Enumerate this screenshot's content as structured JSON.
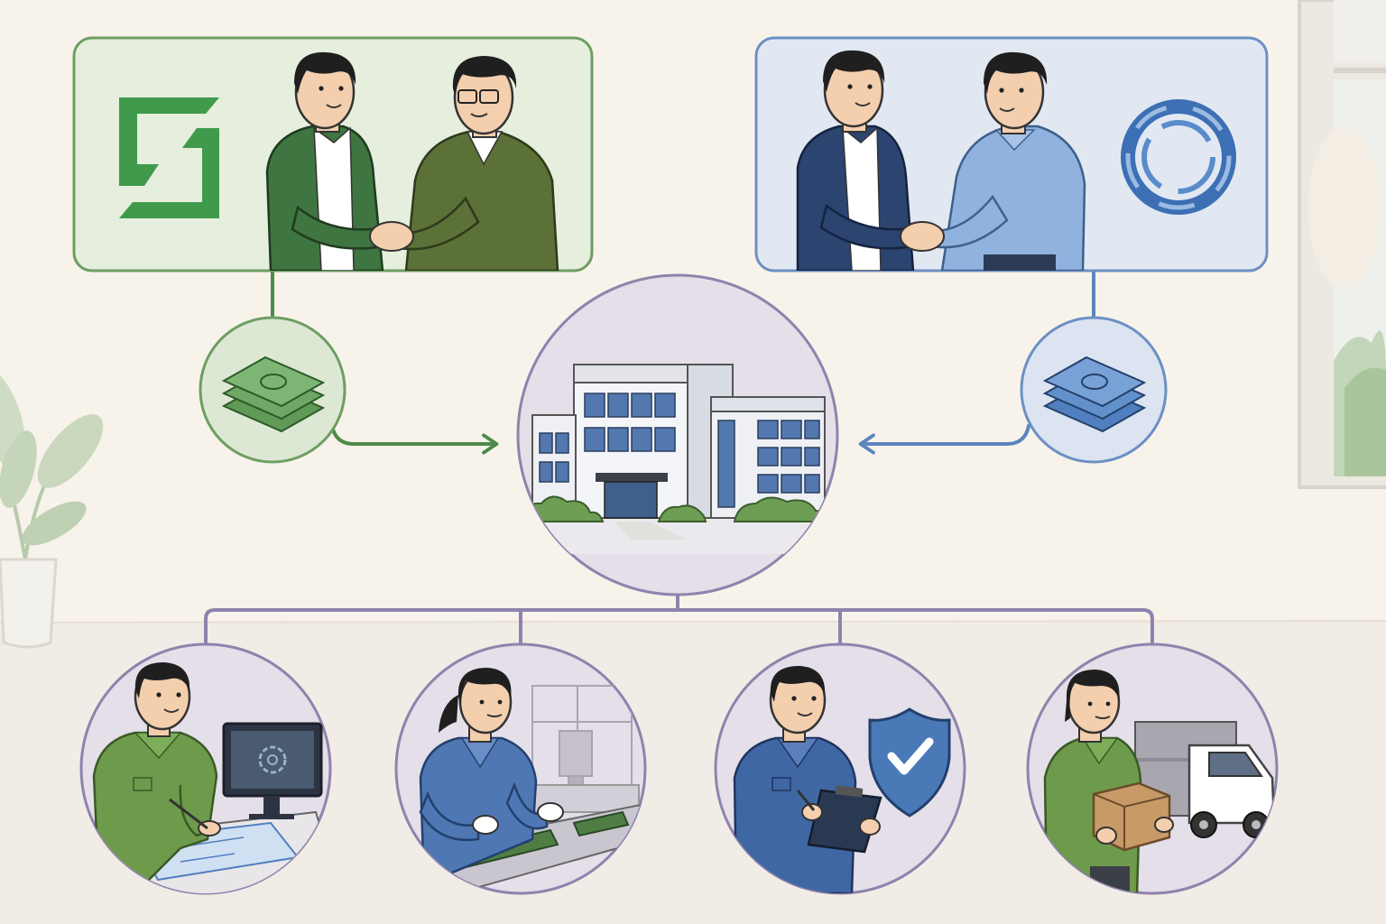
{
  "colors": {
    "background": "#f8f3ea",
    "floor": "#f1ece6",
    "green_accent": "#4e8a4a",
    "green_panel": "#e6eedd",
    "green_dark": "#3d6b37",
    "blue_accent": "#5b85bd",
    "blue_panel": "#e1e8f2",
    "blue_dark": "#233a63",
    "purple_accent": "#8f83ad",
    "purple_fill": "#e4dfe9",
    "skin": "#f3cfae",
    "hair": "#1f1f1f"
  },
  "nodes": {
    "investor_left": {
      "logo": "green-square-bracket-logo-icon",
      "people": "handshake-pair-green"
    },
    "investor_right": {
      "logo": "blue-ring-swirl-logo-icon",
      "people": "handshake-pair-blue"
    },
    "money_left": {
      "icon": "green-cash-stack-icon"
    },
    "money_right": {
      "icon": "blue-cash-stack-icon"
    },
    "company": {
      "icon": "office-building-icon"
    },
    "departments": [
      {
        "id": "design",
        "icon": "engineer-at-computer-icon"
      },
      {
        "id": "manufacturing",
        "icon": "assembly-line-worker-icon"
      },
      {
        "id": "quality",
        "icon": "inspector-with-shield-check-icon"
      },
      {
        "id": "logistics",
        "icon": "delivery-worker-with-truck-icon"
      }
    ]
  }
}
